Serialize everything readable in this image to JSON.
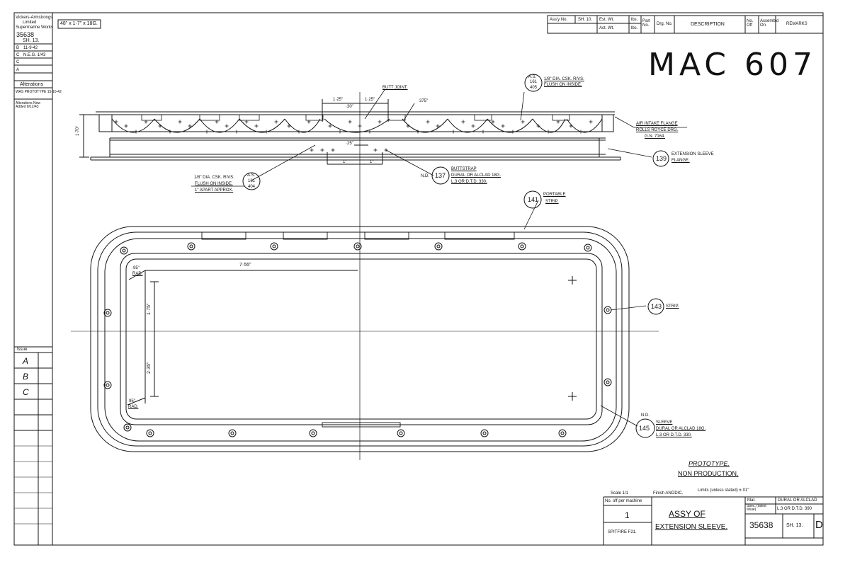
{
  "sidebar": {
    "company": [
      "Vickers-Armstrongs",
      "Limited",
      "Supermarine Works"
    ],
    "drawing_no": "35638",
    "sheet": "SH. 13.",
    "issue_rows": [
      {
        "letter": "B",
        "note": "11-9-42"
      },
      {
        "letter": "C",
        "note": "N.E.G. 1/43"
      },
      {
        "letter": "C",
        "note": ""
      },
      {
        "letter": "A",
        "note": ""
      }
    ],
    "alterations_label": "Alterations",
    "alteration_notes": [
      "WAS PROTOTYPE 15-10-42",
      "Alterations Now Added 8/12/43"
    ],
    "issue_label": "Issue",
    "issue_marks": [
      "A",
      "B",
      "C"
    ]
  },
  "top_note": "48\" x 1·7\" x 18G.",
  "header": {
    "assy_no": "Ass'y No.",
    "sh_no": "SH. 10.",
    "est_wt": "Est. Wt.",
    "act_wt": "Act. Wt.",
    "lbs": "lbs.",
    "part_no": "Part No.",
    "drg_no": "Drg. No.",
    "description": "DESCRIPTION",
    "no_off": "No. Off",
    "assembled_on": "Assemb'd On",
    "remarks": "REMARKS"
  },
  "mac_number": "MAC 607",
  "callouts": {
    "butt_joint": "BUTT JOINT.",
    "dim_125_a": "1·25\"",
    "dim_125_b": "1·25\"",
    "dim_30": "·30\"",
    "dim_375": "·375\"",
    "dim_25": "·25\"",
    "dim_1a": "1\"",
    "dim_1b": "1\"",
    "dim_170": "1·70\"",
    "as161_top": [
      "A.S.",
      "161",
      "405"
    ],
    "rivets_top": [
      "1/8\" DIA. CSK. RIVS.",
      "FLUSH ON INSIDE."
    ],
    "air_intake": [
      "AIR INTAKE FLANGE",
      "ROLLS ROYCE DRG.",
      "G.N. 7164."
    ],
    "ext_flange_no": "139",
    "ext_flange": [
      "EXTENSION SLEEVE",
      "FLANGE."
    ],
    "as161_bottom": [
      "A.S.",
      "161",
      "404"
    ],
    "rivets_bottom": [
      "1/8\" DIA. CSK. RIVS.",
      "FLUSH ON INSIDE.",
      "1\" APART APPROX."
    ],
    "buttstrap_no": "137",
    "buttstrap_nd": "N.D.",
    "buttstrap": [
      "BUTTSTRAP",
      "DURAL OR ALCLAD 18G.",
      "L.3 OR D.T.D. 330."
    ],
    "portable_no": "141",
    "portable": [
      "PORTABLE",
      "STRIP."
    ],
    "strip_no": "143",
    "strip": "STRIP.",
    "sleeve_no": "145",
    "sleeve_nd": "N.D.",
    "sleeve": [
      "SLEEVE",
      "DURAL OR ALCLAD 18G.",
      "L.3 OR D.T.D. 330."
    ],
    "rad_top": [
      "·95\"",
      "RAD."
    ],
    "rad_bottom": [
      "·95\"",
      "RAD."
    ],
    "dim_755": "7·55\"",
    "dim_175": "1·75\"",
    "dim_235": "2·35\""
  },
  "stamp": [
    "PROTOTYPE.",
    "NON PRODUCTION."
  ],
  "title_block": {
    "scale": "Scale 1/1",
    "finish": "Finish ANODIC.",
    "limits": "Limits (unless stated) ±·01\"",
    "no_off_label": "No. off per machine",
    "no_off_value": "1",
    "aircraft": "SPITFIRE F21.",
    "title_line1": "ASSY OF",
    "title_line2": "EXTENSION SLEEVE.",
    "mat_label": "Mat.",
    "mat_value": "DURAL OR ALCLAD",
    "spec_label": "Spec. (latest issue)",
    "spec_value": "L.3 OR D.T.D. 390",
    "drawing_no": "35638",
    "sheet": "SH. 13.",
    "issue": "D"
  }
}
